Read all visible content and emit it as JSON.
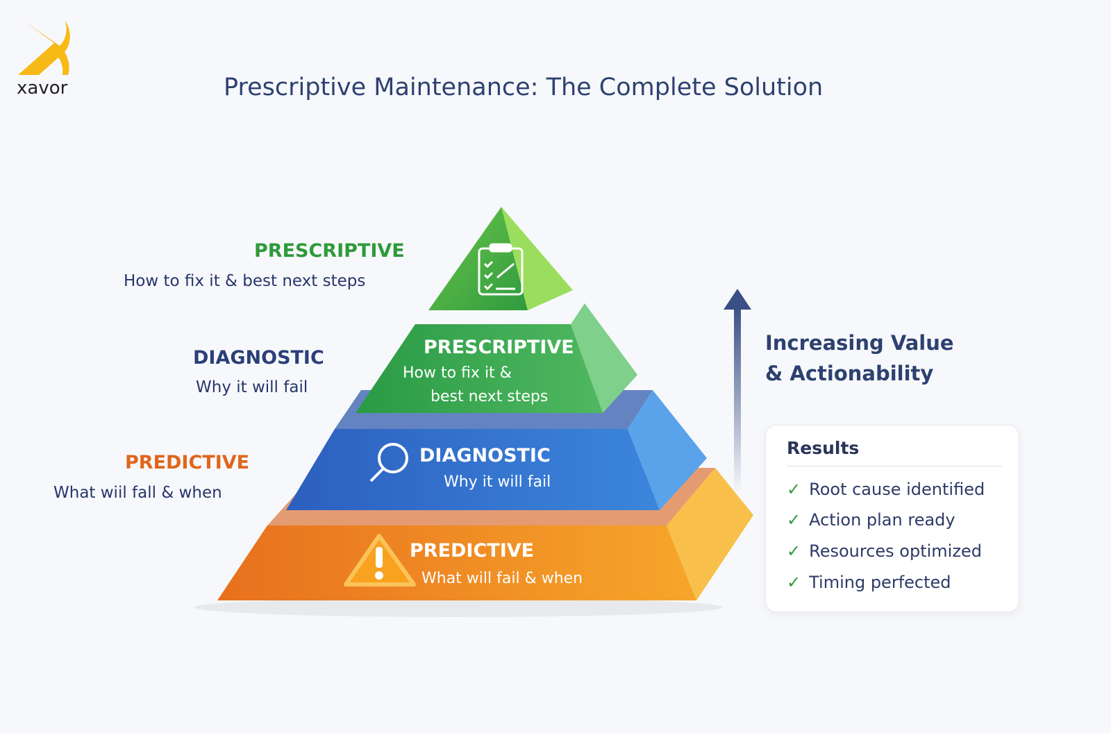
{
  "logo": {
    "text": "xavor"
  },
  "title": "Prescriptive Maintenance: The Complete Solution",
  "left_labels": [
    {
      "heading": "PRESCRIPTIVE",
      "sub": "How to fix it & best next steps",
      "color": "#2e9a3a"
    },
    {
      "heading": "DIAGNOSTIC",
      "sub": "Why it will fail",
      "color": "#2a3f7a"
    },
    {
      "heading": "PREDICTIVE",
      "sub": "What wiil fall & when",
      "color": "#e0661c"
    }
  ],
  "pyramid": {
    "prescriptive": {
      "title": "PRESCRIPTIVE",
      "sub1": "How to fix it &",
      "sub2": "best next steps"
    },
    "diagnostic": {
      "title": "DIAGNOSTIC",
      "sub": "Why it will fail"
    },
    "predictive": {
      "title": "PREDICTIVE",
      "sub": "What will fail & when"
    }
  },
  "arrow": {
    "line1": "Increasing Value",
    "line2": "& Actionability"
  },
  "results": {
    "title": "Results",
    "items": [
      "Root cause identified",
      "Action plan ready",
      "Resources optimized",
      "Timing perfected"
    ]
  }
}
